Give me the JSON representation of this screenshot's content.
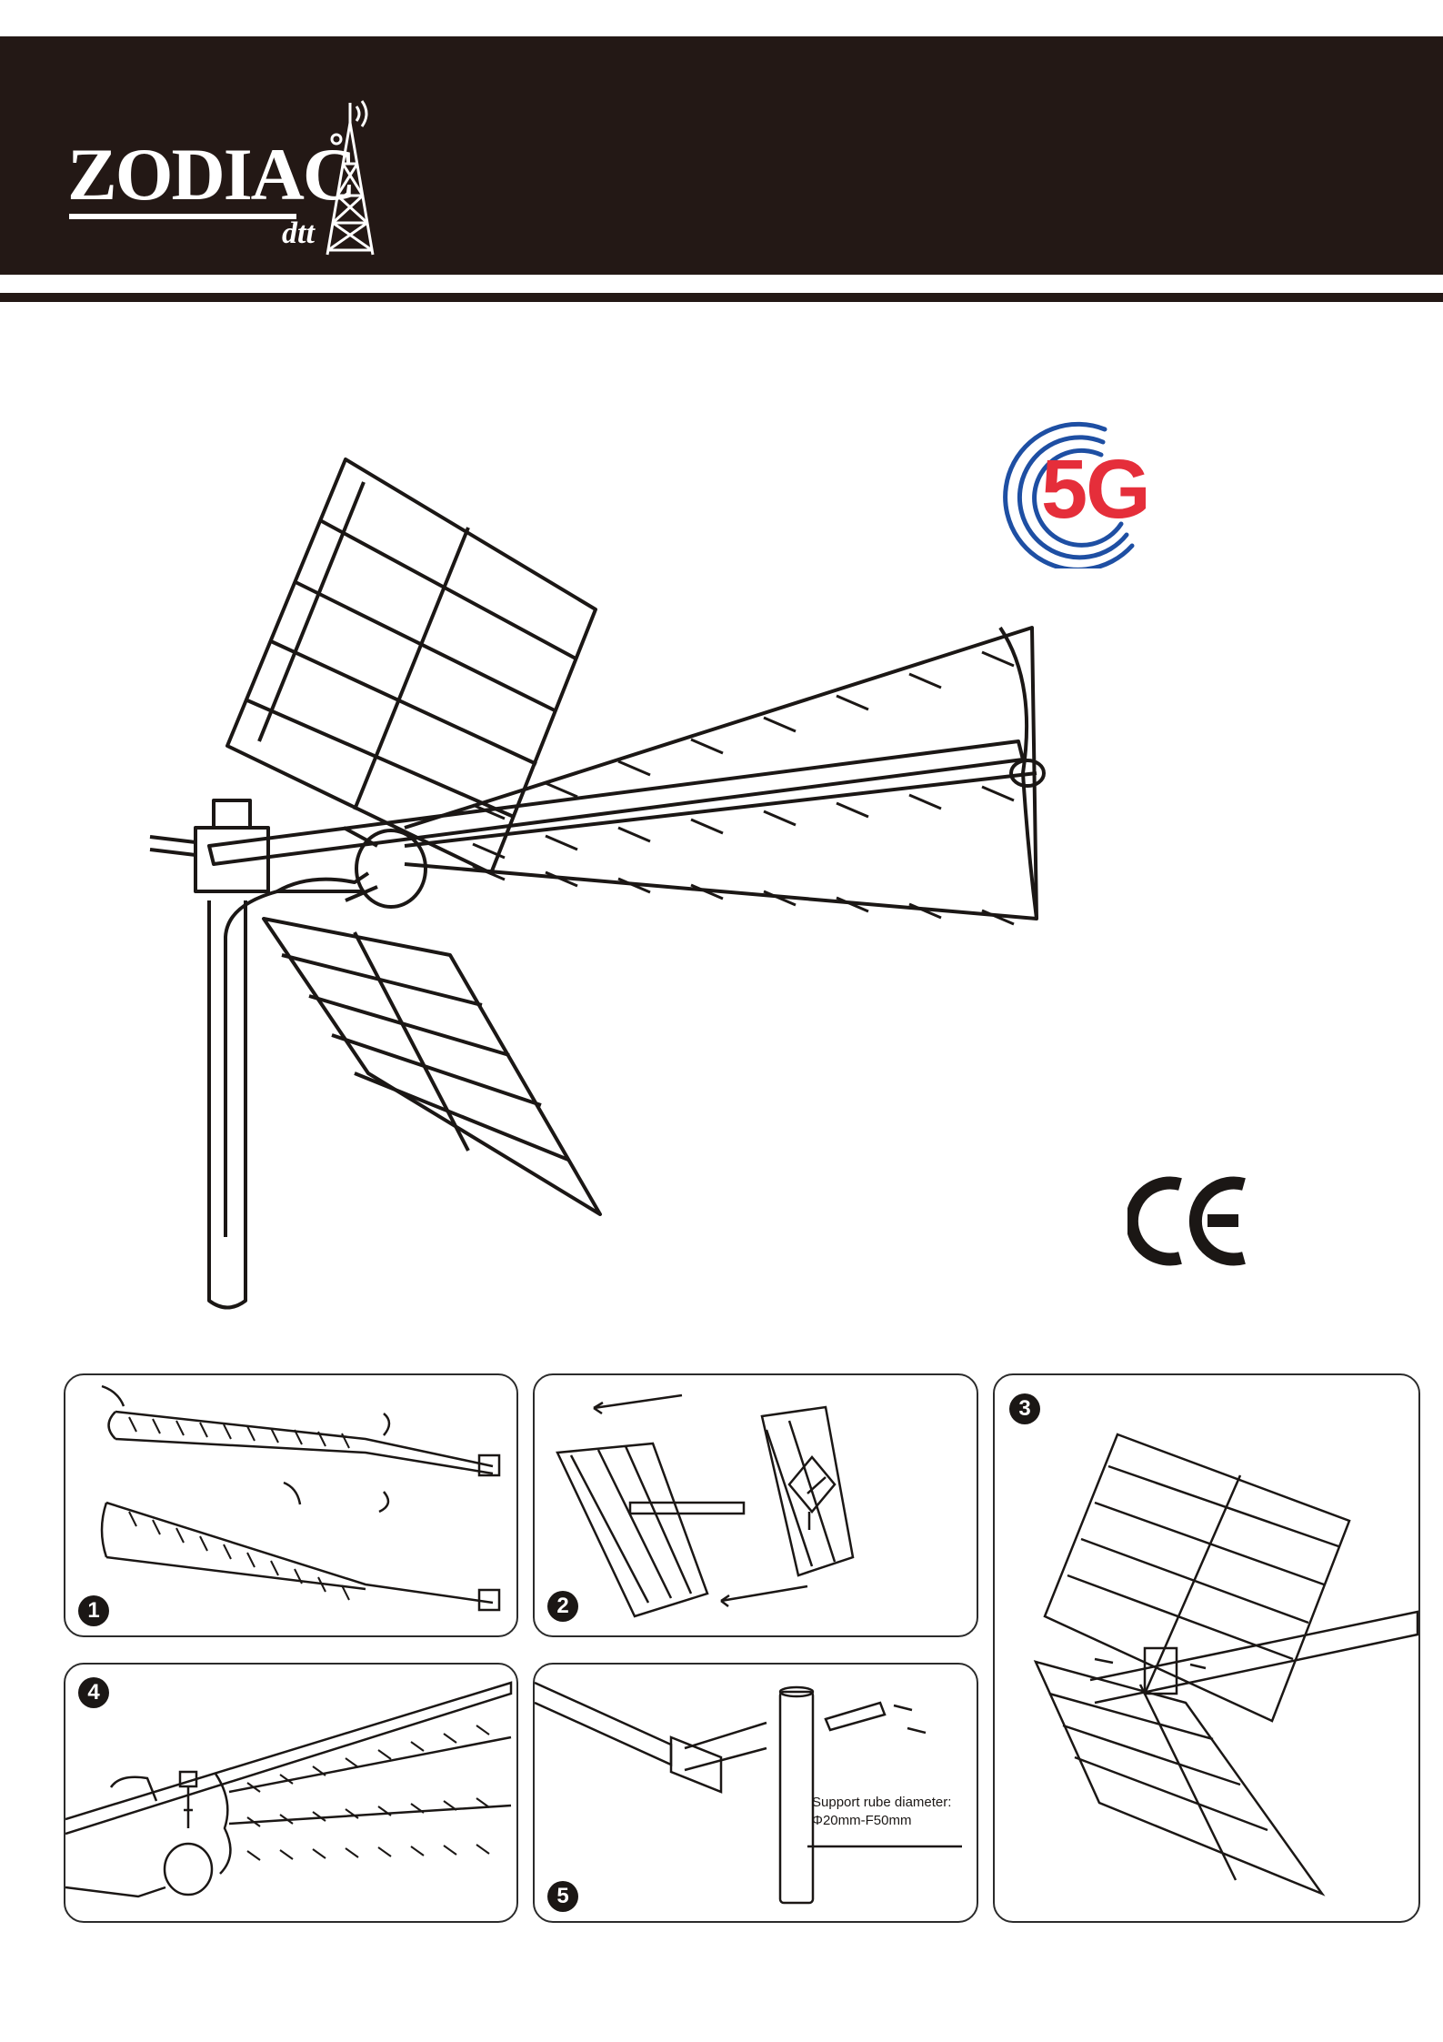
{
  "header": {
    "brand": "ZODIAC",
    "brand_sub": "dtt",
    "logo_icon": "transmission-tower-icon"
  },
  "badges": {
    "network": "5G",
    "certification": "CE"
  },
  "colors": {
    "header_band": "#231815",
    "accent_red": "#e52e3a",
    "ring_blue": "#1e4fa3",
    "line_art": "#1b1715"
  },
  "steps": [
    {
      "number": "1"
    },
    {
      "number": "2"
    },
    {
      "number": "3"
    },
    {
      "number": "4"
    },
    {
      "number": "5",
      "caption_line1": "Support rube diameter:",
      "caption_line2": "Φ20mm-F50mm"
    }
  ]
}
